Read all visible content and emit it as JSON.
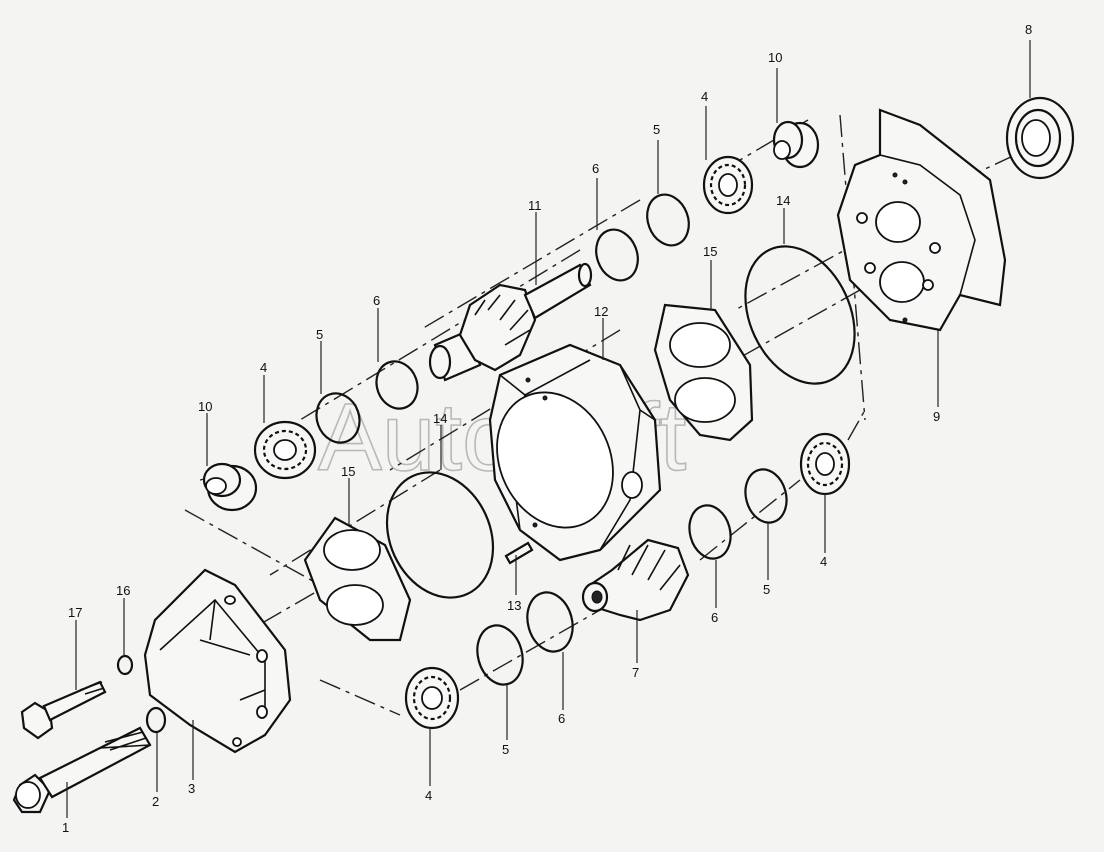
{
  "watermark": "AutoSoft",
  "labels": [
    "1",
    "2",
    "3",
    "4",
    "5",
    "6",
    "7",
    "8",
    "9",
    "10",
    "11",
    "12",
    "13",
    "14",
    "15",
    "16",
    "17",
    "4",
    "5",
    "6",
    "10",
    "4",
    "5",
    "6",
    "14",
    "15",
    "4",
    "5",
    "6"
  ]
}
